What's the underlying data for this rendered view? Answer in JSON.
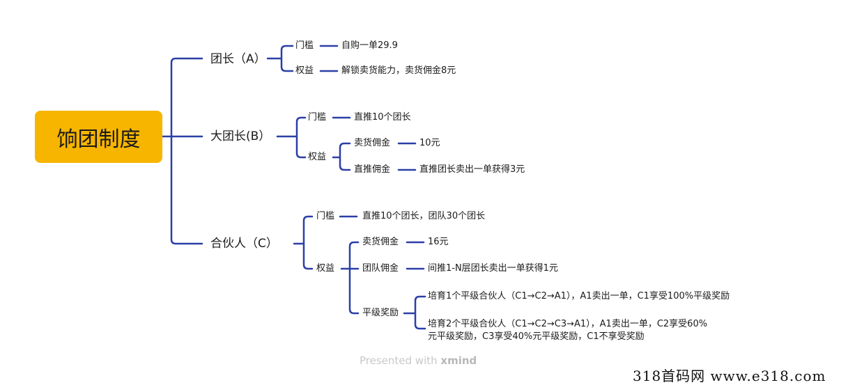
{
  "mindmap": {
    "root": "饷团制度",
    "branches": [
      {
        "label": "团长（A）",
        "children": [
          {
            "label": "门槛",
            "detail": "自购一单29.9"
          },
          {
            "label": "权益",
            "detail": "解锁卖货能力，卖货佣金8元"
          }
        ]
      },
      {
        "label": "大团长(B）",
        "children": [
          {
            "label": "门槛",
            "detail": "直推10个团长"
          },
          {
            "label": "权益",
            "children": [
              {
                "label": "卖货佣金",
                "detail": "10元"
              },
              {
                "label": "直推佣金",
                "detail": "直推团长卖出一单获得3元"
              }
            ]
          }
        ]
      },
      {
        "label": "合伙人（C）",
        "children": [
          {
            "label": "门槛",
            "detail": "直推10个团长，团队30个团长"
          },
          {
            "label": "权益",
            "children": [
              {
                "label": "卖货佣金",
                "detail": "16元"
              },
              {
                "label": "团队佣金",
                "detail": "间推1-N层团长卖出一单获得1元"
              },
              {
                "label": "平级奖励",
                "details": [
                  "培育1个平级合伙人（C1→C2→A1），A1卖出一单，C1享受100%平级奖励",
                  "培育2个平级合伙人（C1→C2→C3→A1），A1卖出一单，C2享受60%",
                  "元平级奖励，C3享受40%元平级奖励，C1不享受奖励"
                ]
              }
            ]
          }
        ]
      }
    ]
  },
  "watermark": {
    "prefix": "Presented with",
    "brand": "xmind"
  },
  "site_text": "318首码网  www.e318.com",
  "colors": {
    "connector": "#2b3fa6",
    "root_fill": "#f7b500"
  }
}
